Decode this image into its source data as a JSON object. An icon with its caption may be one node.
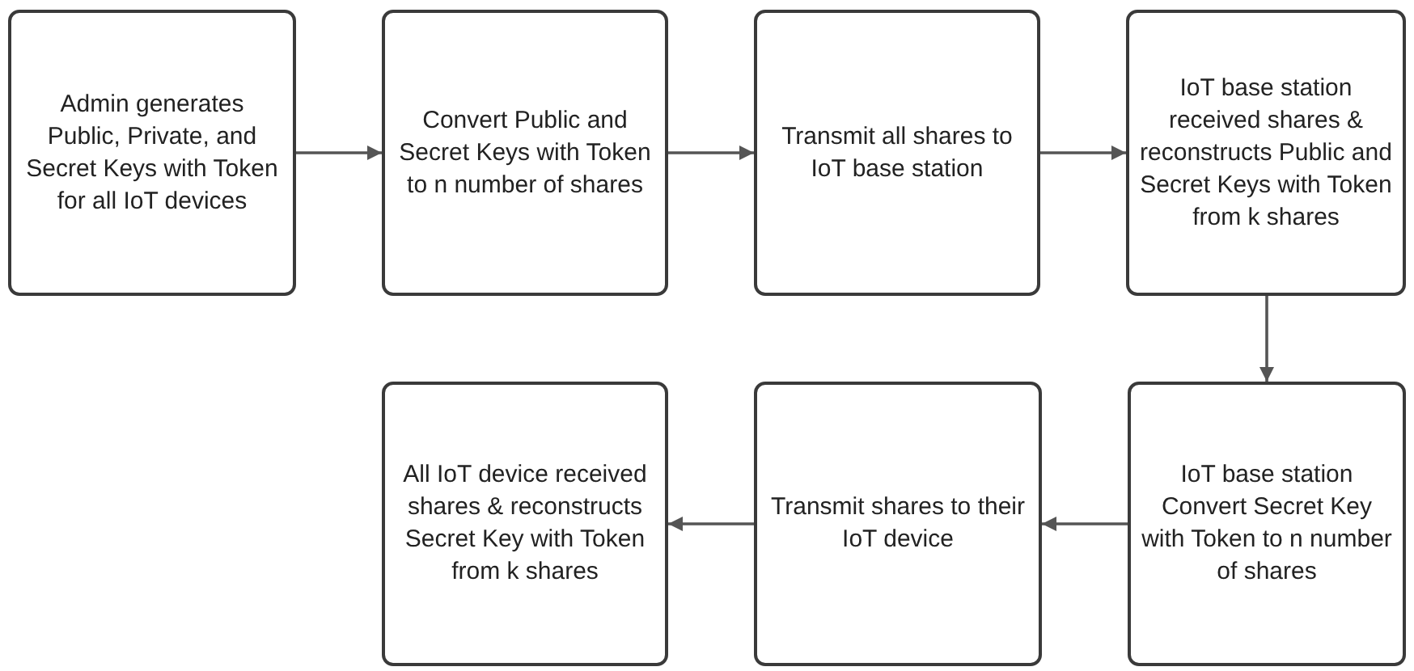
{
  "diagram": {
    "nodes": [
      {
        "text": [
          "Admin generates Public, Private, and Secret Keys with Token for all IoT devices"
        ]
      },
      {
        "text": [
          "Convert Public and Secret Keys with Token to n number of shares"
        ]
      },
      {
        "text": [
          "Transmit all shares to IoT base station"
        ]
      },
      {
        "text": [
          "IoT base station received shares & reconstructs Public and Secret Keys with Token from k shares"
        ]
      },
      {
        "text": [
          "IoT base station Convert Secret Key with Token to n number of shares"
        ]
      },
      {
        "text": [
          "Transmit shares to their IoT device"
        ]
      },
      {
        "text": [
          "All IoT device received shares & reconstructs Secret Key with Token from k shares"
        ]
      }
    ],
    "edges": [
      {
        "from": 0,
        "to": 1,
        "arrow": "to"
      },
      {
        "from": 1,
        "to": 2,
        "arrow": "to"
      },
      {
        "from": 2,
        "to": 3,
        "arrow": "to"
      },
      {
        "from": 3,
        "to": 4,
        "arrow": "to"
      },
      {
        "from": 4,
        "to": 5,
        "arrow": "to"
      },
      {
        "from": 5,
        "to": 6,
        "arrow": "to"
      }
    ]
  }
}
